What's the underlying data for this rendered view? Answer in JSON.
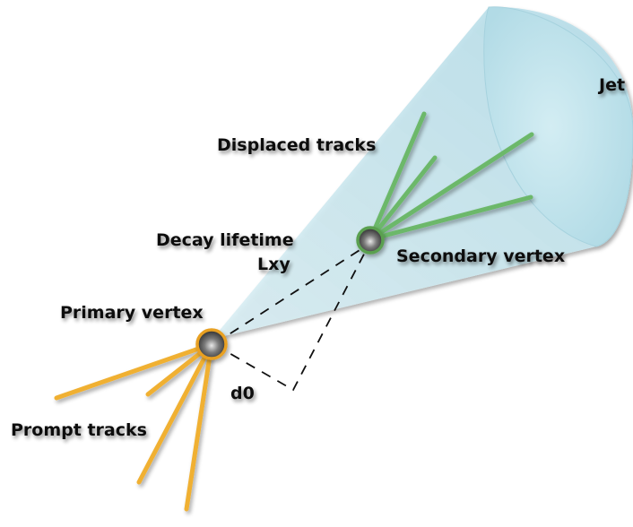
{
  "labels": {
    "jet": "Jet",
    "displaced_tracks": "Displaced tracks",
    "decay_lifetime": "Decay lifetime",
    "lxy": "Lxy",
    "secondary_vertex": "Secondary vertex",
    "primary_vertex": "Primary vertex",
    "d0": "d0",
    "prompt_tracks": "Prompt tracks"
  },
  "colors": {
    "jet_cone": "#bfe4ec",
    "displaced_tracks": "#6cb86a",
    "prompt_tracks": "#f0b030",
    "primary_vertex_ring": "#e8a020",
    "secondary_vertex_ring": "#5aa050",
    "dashed_lines": "#111111"
  }
}
